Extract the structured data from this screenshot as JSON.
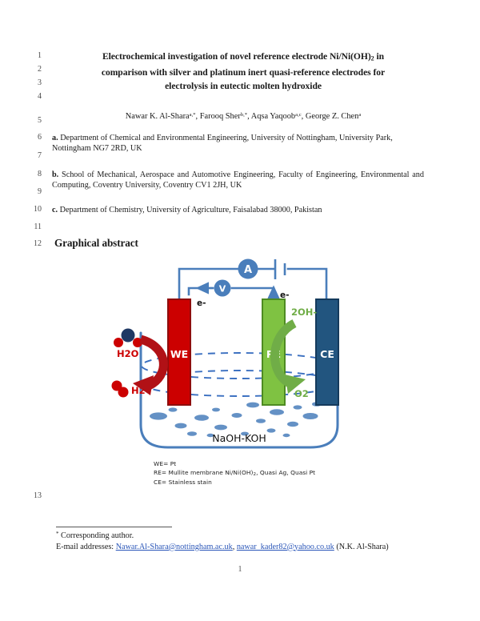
{
  "document": {
    "page_number": "1",
    "line_numbers": [
      "1",
      "2",
      "3",
      "4",
      "5",
      "6",
      "7",
      "8",
      "9",
      "10",
      "11",
      "12",
      "13"
    ],
    "title_line1_a": "Electrochemical investigation of novel reference electrode Ni/Ni(OH)",
    "title_line1_sub": "2",
    "title_line1_b": " in",
    "title_line2": "comparison with silver and platinum inert quasi-reference electrodes for",
    "title_line3": "electrolysis in eutectic molten hydroxide",
    "authors": {
      "a1_name": "Nawar K. Al-Shara",
      "a1_sup": "a,*",
      "sep1": ", ",
      "a2_name": "Farooq Sher",
      "a2_sup": "b,*",
      "sep2": ", ",
      "a3_name": "Aqsa Yaqoob",
      "a3_sup": "a,c",
      "sep3": ", ",
      "a4_name": "George Z. Chen",
      "a4_sup": "a"
    },
    "affiliations": [
      {
        "marker": "a.",
        "text": " Department of Chemical and Environmental Engineering, University of Nottingham, University Park, Nottingham NG7 2RD, UK"
      },
      {
        "marker": "b.",
        "text": " School of Mechanical, Aerospace and Automotive Engineering, Faculty of Engineering, Environmental and Computing, Coventry University, Coventry CV1 2JH, UK"
      },
      {
        "marker": "c.",
        "text": " Department of Chemistry, University of Agriculture, Faisalabad 38000, Pakistan"
      }
    ],
    "section_heading": "Graphical abstract",
    "footnote": {
      "star": "*",
      "corresponding": " Corresponding author.",
      "email_label": "E-mail addresses: ",
      "email1": "Nawar.Al-Shara@nottingham.ac.uk",
      "email_sep": ", ",
      "email2": "nawar_kader82@yahoo.co.uk",
      "email_tail": " (N.K. Al-Shara)"
    }
  },
  "figure": {
    "meters": {
      "ammeter": "A",
      "voltmeter": "V"
    },
    "electron_labels": [
      "e-",
      "e-"
    ],
    "electrodes": [
      {
        "id": "WE",
        "label": "WE",
        "color": "#CC0000"
      },
      {
        "id": "RE",
        "label": "RE",
        "color": "#7FC242"
      },
      {
        "id": "CE",
        "label": "CE",
        "color": "#22557F"
      }
    ],
    "species": {
      "water": "H2O",
      "hydrogen": "H2",
      "hydroxide": "2OH-",
      "oxygen": "O2"
    },
    "electrolyte": "NaOH-KOH",
    "colors": {
      "wire": "#4A7EBB",
      "beaker": "#4A7EBB",
      "bubble": "#4A7EBB",
      "red_arrow": "#B11116",
      "green_arrow": "#70AD47",
      "water_oxygen": "#1F3864",
      "water_hydrogen": "#CC0000"
    },
    "legend": [
      {
        "a": "WE= Pt"
      },
      {
        "b_pre": "RE= Mullite membrane  Ni/Ni(OH)",
        "b_sub": "2",
        "b_post": ", Quasi Ag, Quasi Pt"
      },
      {
        "c": "CE= Stainless stain"
      }
    ]
  }
}
